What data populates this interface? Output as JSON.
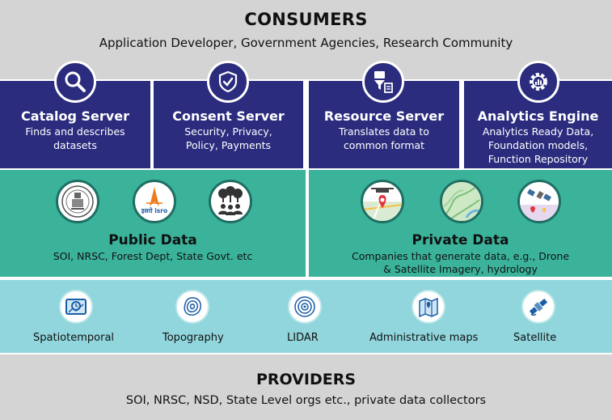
{
  "consumers": {
    "title": "CONSUMERS",
    "subtitle": "Application Developer, Government Agencies, Research Community"
  },
  "servers": [
    {
      "name": "Catalog Server",
      "description": "Finds and describes datasets",
      "icon": "magnifier-icon"
    },
    {
      "name": "Consent Server",
      "description": "Security, Privacy, Policy, Payments",
      "icon": "shield-check-icon"
    },
    {
      "name": "Resource Server",
      "description": "Translates data to common format",
      "icon": "data-funnel-icon"
    },
    {
      "name": "Analytics Engine",
      "description": "Analytics Ready Data, Foundation models, Function Repository",
      "icon": "gear-analytics-icon"
    }
  ],
  "public_data": {
    "title": "Public Data",
    "description": "SOI, NRSC, Forest Dept, State Govt. etc",
    "icons": [
      "survey-of-india-emblem-icon",
      "isro-logo-icon",
      "forest-people-icon"
    ],
    "isro_text": "इसरो isro"
  },
  "private_data": {
    "title": "Private Data",
    "description": "Companies that generate data, e.g., Drone & Satellite Imagery, hydrology",
    "icons": [
      "drone-map-icon",
      "topographic-map-icon",
      "satellite-map-icon"
    ]
  },
  "sources": [
    {
      "label": "Spatiotemporal",
      "icon": "spatiotemporal-icon"
    },
    {
      "label": "Topography",
      "icon": "topography-icon"
    },
    {
      "label": "LIDAR",
      "icon": "lidar-icon"
    },
    {
      "label": "Administrative maps",
      "icon": "admin-map-icon"
    },
    {
      "label": "Satellite",
      "icon": "satellite-icon"
    }
  ],
  "providers": {
    "title": "PROVIDERS",
    "subtitle": "SOI, NRSC, NSD, State Level orgs etc., private data collectors"
  },
  "colors": {
    "navy": "#2b2c7e",
    "green": "#3bb39b",
    "teal": "#90d6dc",
    "grey": "#d4d4d4"
  }
}
